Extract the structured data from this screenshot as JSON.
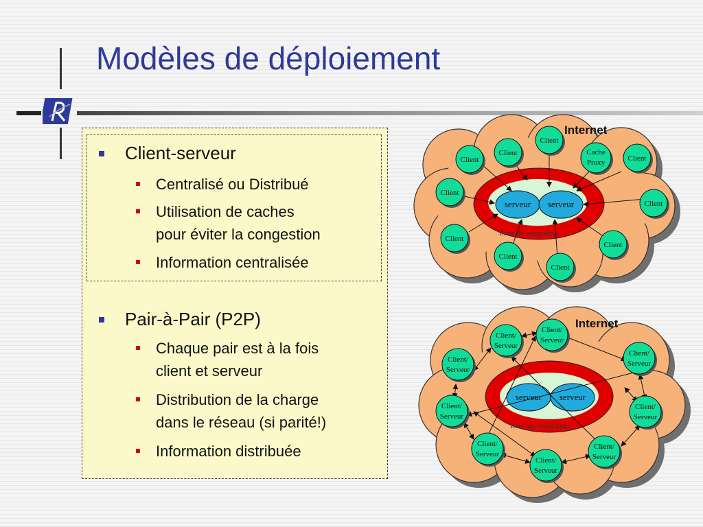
{
  "slide": {
    "title": "Modèles de déploiement"
  },
  "left_panel": {
    "sections": [
      {
        "heading": "Client-serveur",
        "items": [
          "Centralisé ou Distribué",
          "Utilisation de caches",
          "pour éviter la congestion",
          "Information centralisée"
        ]
      },
      {
        "heading": "Pair-à-Pair (P2P)",
        "items": [
          "Chaque pair est à la fois",
          "client et serveur",
          "Distribution de la charge",
          "dans le réseau (si parité!)",
          "Information distribuée"
        ]
      }
    ]
  },
  "diagram_top": {
    "internet_label": "Internet",
    "zone_label": "Zone de congestion",
    "server_labels": [
      "serveur",
      "serveur"
    ],
    "client_label": "Client",
    "cache_label_line1": "Cache",
    "cache_label_line2": "Proxy"
  },
  "diagram_bottom": {
    "internet_label": "Internet",
    "zone_label": "Zone de congestion",
    "server_labels": [
      "serveur",
      "serveur"
    ],
    "peer_label_line1": "Client/",
    "peer_label_line2": "Serveur"
  },
  "colors": {
    "title": "#2e3a9a",
    "cloud_fill": "#f7b27a",
    "zone_red": "#e00000",
    "zone_inner": "#d8f5d5",
    "server_fill": "#22aadd",
    "node_fill": "#11dd99",
    "textbox_fill": "#fbf9c9",
    "bullet_main": "#2e3a9a",
    "bullet_sub": "#d40000"
  }
}
